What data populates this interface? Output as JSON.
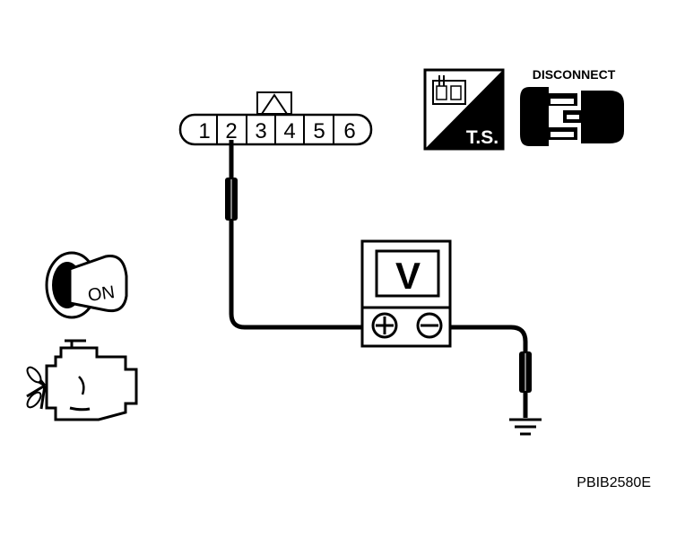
{
  "connector": {
    "pins": [
      "1",
      "2",
      "3",
      "4",
      "5",
      "6"
    ]
  },
  "ts_icon": {
    "label": "T.S."
  },
  "disconnect_icon": {
    "label": "DISCONNECT"
  },
  "ignition_icon": {
    "label": "ON"
  },
  "voltmeter": {
    "display": "V",
    "positive_terminal": "+",
    "negative_terminal": "−"
  },
  "figure_code": "PBIB2580E"
}
